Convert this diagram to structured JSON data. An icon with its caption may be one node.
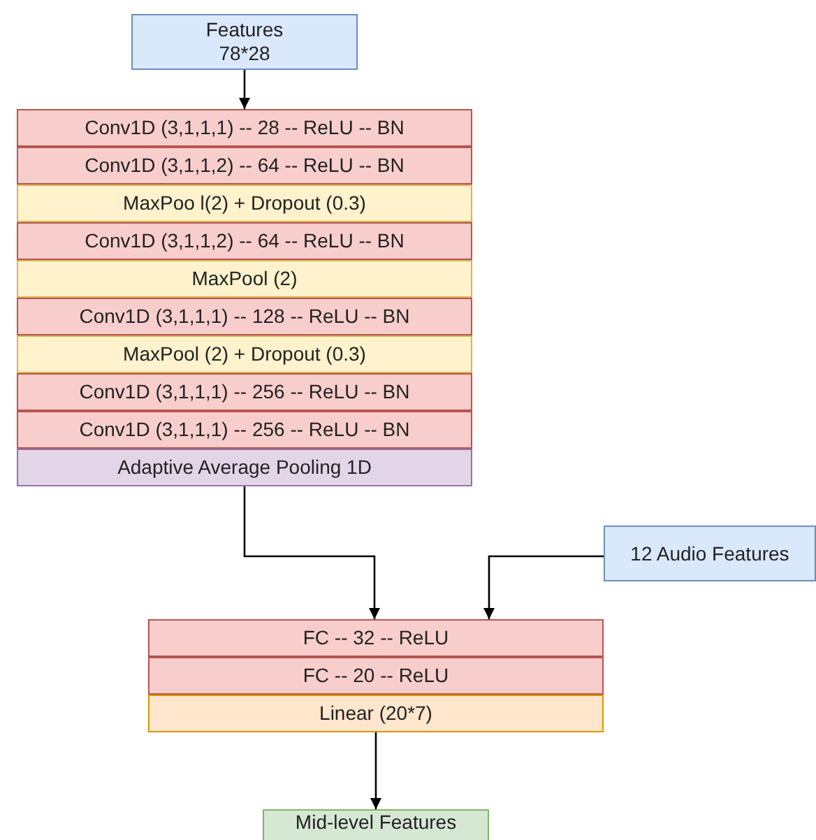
{
  "diagram": {
    "nodes": [
      {
        "text": [
          "Features",
          "78*28"
        ]
      },
      {
        "text": [
          "Conv1D (3,1,1,1) -- 28 -- ReLU -- BN"
        ]
      },
      {
        "text": [
          "Conv1D (3,1,1,2) -- 64 -- ReLU -- BN"
        ]
      },
      {
        "text": [
          "MaxPoo l(2) + Dropout (0.3)"
        ]
      },
      {
        "text": [
          "Conv1D (3,1,1,2) -- 64 -- ReLU -- BN"
        ]
      },
      {
        "text": [
          "MaxPool (2)"
        ]
      },
      {
        "text": [
          "Conv1D (3,1,1,1) -- 128 -- ReLU -- BN"
        ]
      },
      {
        "text": [
          "MaxPool (2) + Dropout (0.3)"
        ]
      },
      {
        "text": [
          "Conv1D (3,1,1,1) -- 256 -- ReLU -- BN"
        ]
      },
      {
        "text": [
          "Conv1D (3,1,1,1) -- 256 -- ReLU -- BN"
        ]
      },
      {
        "text": [
          "Adaptive Average Pooling 1D"
        ]
      },
      {
        "text": [
          "12 Audio Features"
        ]
      },
      {
        "text": [
          "FC -- 32 -- ReLU"
        ]
      },
      {
        "text": [
          "FC -- 20 -- ReLU"
        ]
      },
      {
        "text": [
          "Linear (20*7)"
        ]
      },
      {
        "text": [
          "Mid-level Features"
        ]
      }
    ],
    "edges": [
      {
        "from": 0,
        "to": 1,
        "arrow": "to"
      },
      {
        "from": 10,
        "to": 12,
        "arrow": "to"
      },
      {
        "from": 11,
        "to": 12,
        "arrow": "to"
      },
      {
        "from": 14,
        "to": 15,
        "arrow": "to"
      }
    ]
  }
}
